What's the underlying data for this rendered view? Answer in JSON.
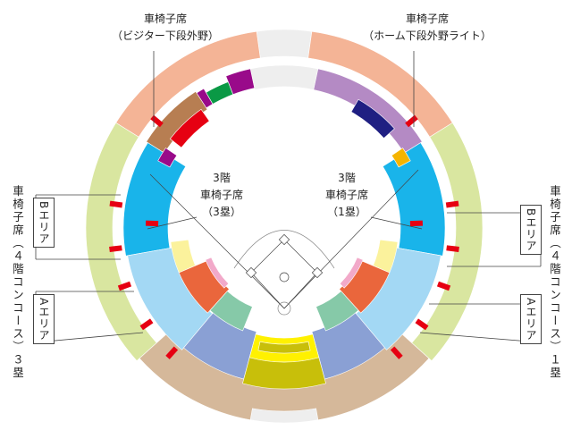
{
  "title": "車椅子席 座席図",
  "labels": {
    "top_left": {
      "line1": "車椅子席",
      "line2": "（ビジター下段外野）"
    },
    "top_right": {
      "line1": "車椅子席",
      "line2": "（ホーム下段外野ライト）"
    },
    "third_floor_3b": {
      "line1": "3階",
      "line2": "車椅子席",
      "line3": "（3塁）"
    },
    "third_floor_1b": {
      "line1": "3階",
      "line2": "車椅子席",
      "line3": "（1塁）"
    },
    "left_side": "車椅子席（４階コンコース）３塁",
    "right_side": "車椅子席（４階コンコース）１塁",
    "area_b": "Bエリア",
    "area_a": "Aエリア"
  },
  "colors": {
    "salmon": "#f4b496",
    "lime": "#d9e6a0",
    "tan": "#d5b89a",
    "gray": "#eeeeee",
    "brown": "#b77e52",
    "red": "#e60012",
    "purple": "#990a8a",
    "green": "#0a9945",
    "lavender": "#b48ac4",
    "navy": "#1f1f82",
    "gold": "#f5b400",
    "blue": "#19b4ea",
    "lightblue": "#a3d8f4",
    "slate": "#8aa0d4",
    "paleyellow": "#fbf29c",
    "orange": "#ea663c",
    "mint": "#86c9a8",
    "pink": "#f2a9c9",
    "yellow": "#fff100",
    "olive": "#c8bf0a",
    "line": "#444444"
  }
}
